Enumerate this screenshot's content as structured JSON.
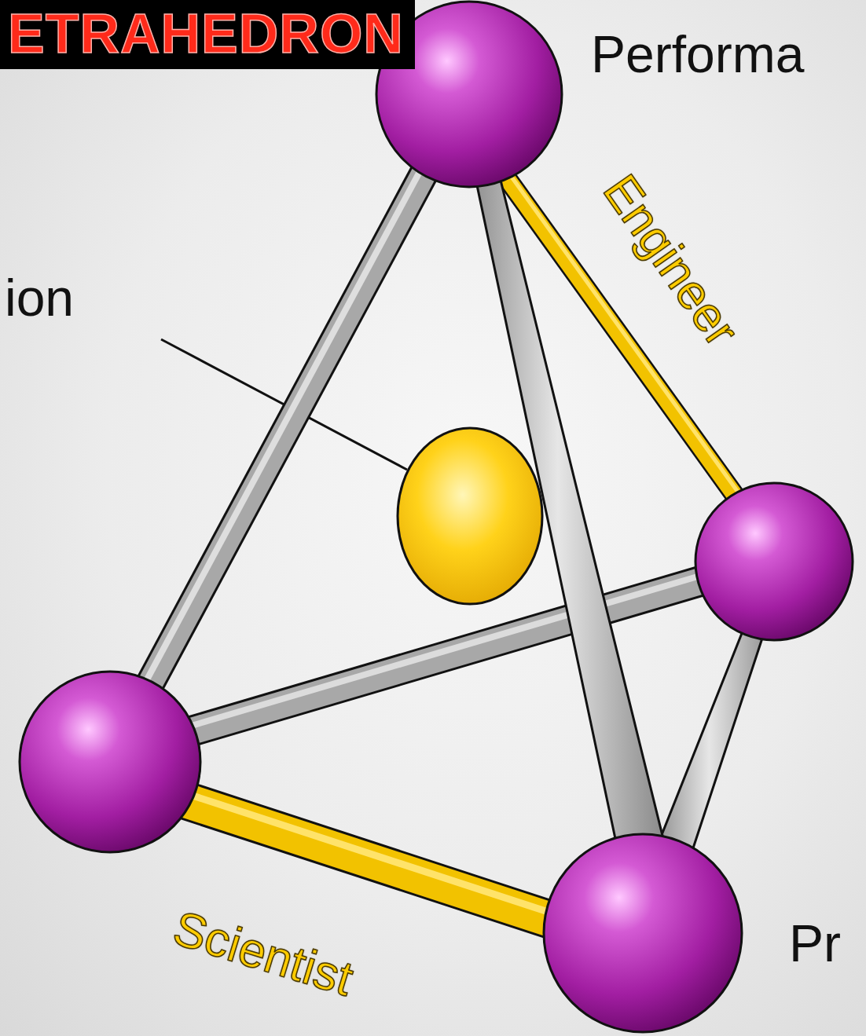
{
  "diagram": {
    "title": "ETRAHEDRON",
    "labels": [
      "Performa",
      "ion",
      "Engineer",
      "Scientist",
      "Pr"
    ]
  }
}
